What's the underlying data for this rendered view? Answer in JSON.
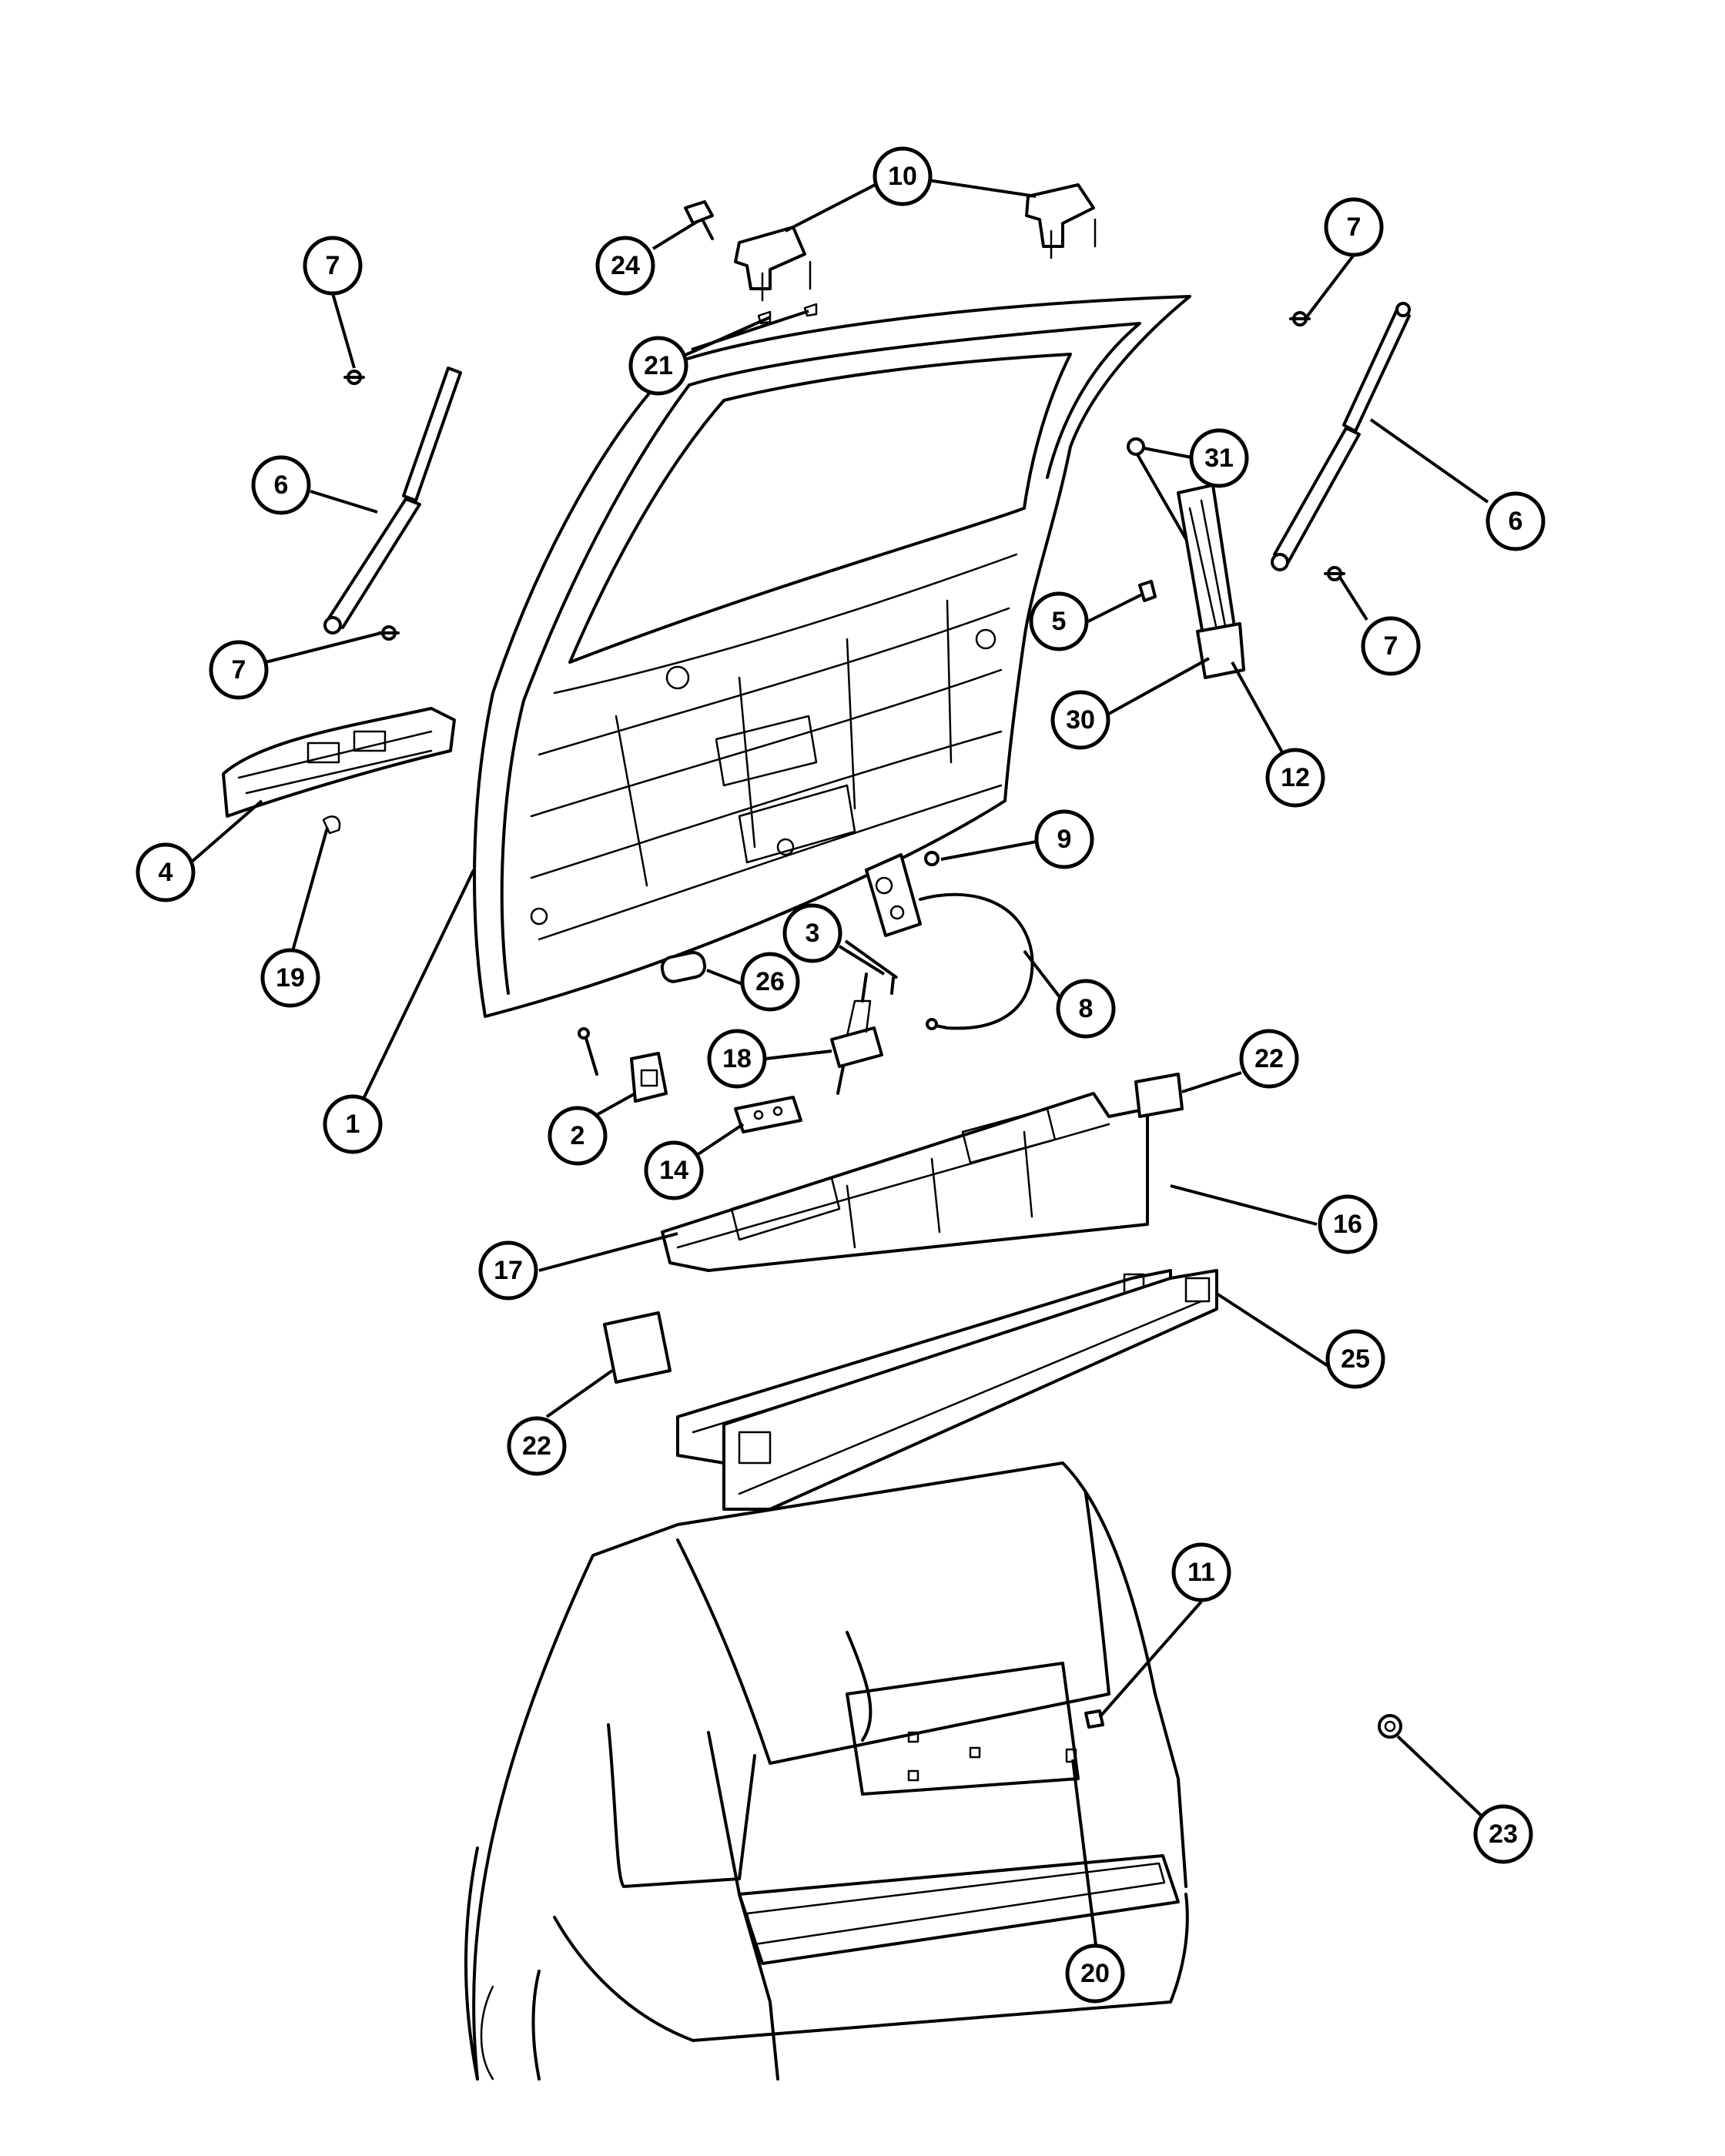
{
  "callouts": [
    {
      "id": "c10",
      "label": "10"
    },
    {
      "id": "c24",
      "label": "24"
    },
    {
      "id": "c7a",
      "label": "7"
    },
    {
      "id": "c7b",
      "label": "7"
    },
    {
      "id": "c7c",
      "label": "7"
    },
    {
      "id": "c7d",
      "label": "7"
    },
    {
      "id": "c21",
      "label": "21"
    },
    {
      "id": "c6a",
      "label": "6"
    },
    {
      "id": "c6b",
      "label": "6"
    },
    {
      "id": "c31",
      "label": "31"
    },
    {
      "id": "c5",
      "label": "5"
    },
    {
      "id": "c30",
      "label": "30"
    },
    {
      "id": "c12",
      "label": "12"
    },
    {
      "id": "c4",
      "label": "4"
    },
    {
      "id": "c19",
      "label": "19"
    },
    {
      "id": "c9",
      "label": "9"
    },
    {
      "id": "c3",
      "label": "3"
    },
    {
      "id": "c26",
      "label": "26"
    },
    {
      "id": "c8",
      "label": "8"
    },
    {
      "id": "c18",
      "label": "18"
    },
    {
      "id": "c22a",
      "label": "22"
    },
    {
      "id": "c22b",
      "label": "22"
    },
    {
      "id": "c1",
      "label": "1"
    },
    {
      "id": "c2",
      "label": "2"
    },
    {
      "id": "c14",
      "label": "14"
    },
    {
      "id": "c16",
      "label": "16"
    },
    {
      "id": "c17",
      "label": "17"
    },
    {
      "id": "c25",
      "label": "25"
    },
    {
      "id": "c11",
      "label": "11"
    },
    {
      "id": "c23",
      "label": "23"
    },
    {
      "id": "c20",
      "label": "20"
    }
  ]
}
